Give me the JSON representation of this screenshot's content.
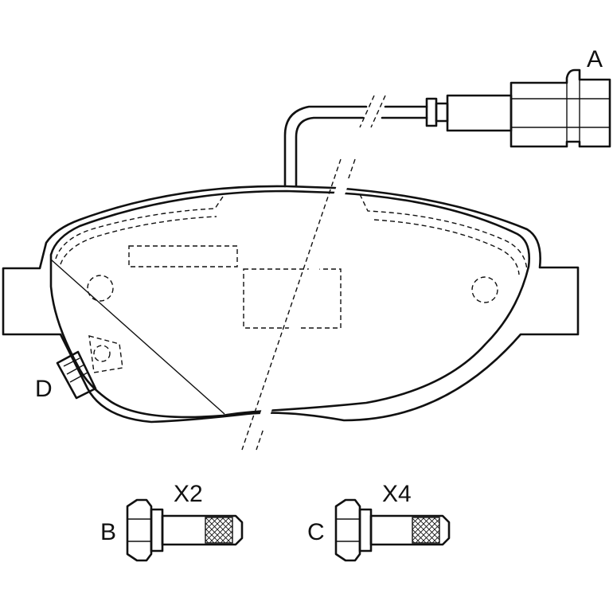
{
  "labels": {
    "a": "A",
    "b": "B",
    "c": "C",
    "d": "D",
    "x2": "X2",
    "x4": "X4"
  },
  "colors": {
    "line": "#111111",
    "pad_fill": "#d6d6d6",
    "background": "#ffffff"
  }
}
